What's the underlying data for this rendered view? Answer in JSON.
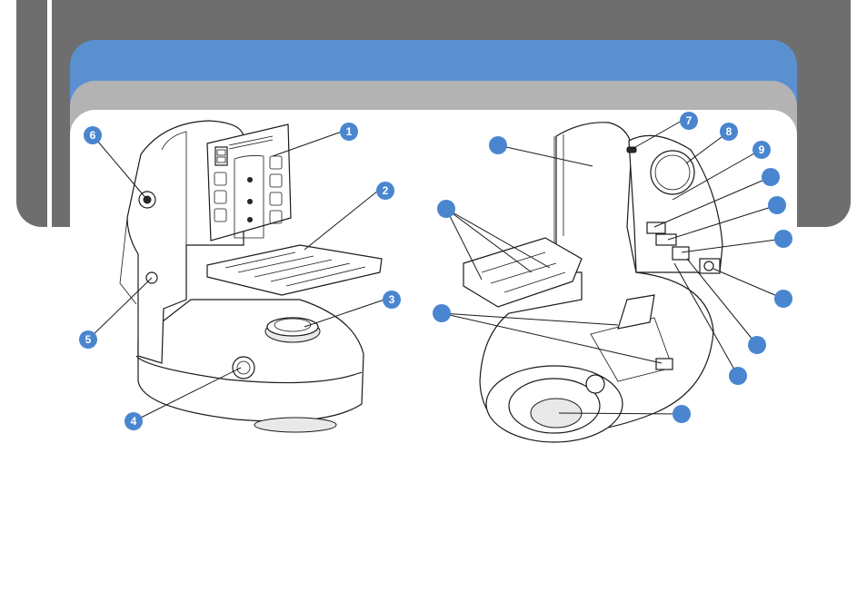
{
  "colors": {
    "band": "#6e6e6e",
    "tab_blue": "#5a90d0",
    "tab_gray": "#b3b3b3",
    "callout": "#4a86cf"
  },
  "left_figure": {
    "callouts": [
      {
        "label": "1"
      },
      {
        "label": "2"
      },
      {
        "label": "3"
      },
      {
        "label": "4"
      },
      {
        "label": "5"
      },
      {
        "label": "6"
      }
    ]
  },
  "right_figure": {
    "callouts": [
      {
        "label": "7"
      },
      {
        "label": "8"
      },
      {
        "label": "9"
      }
    ]
  }
}
